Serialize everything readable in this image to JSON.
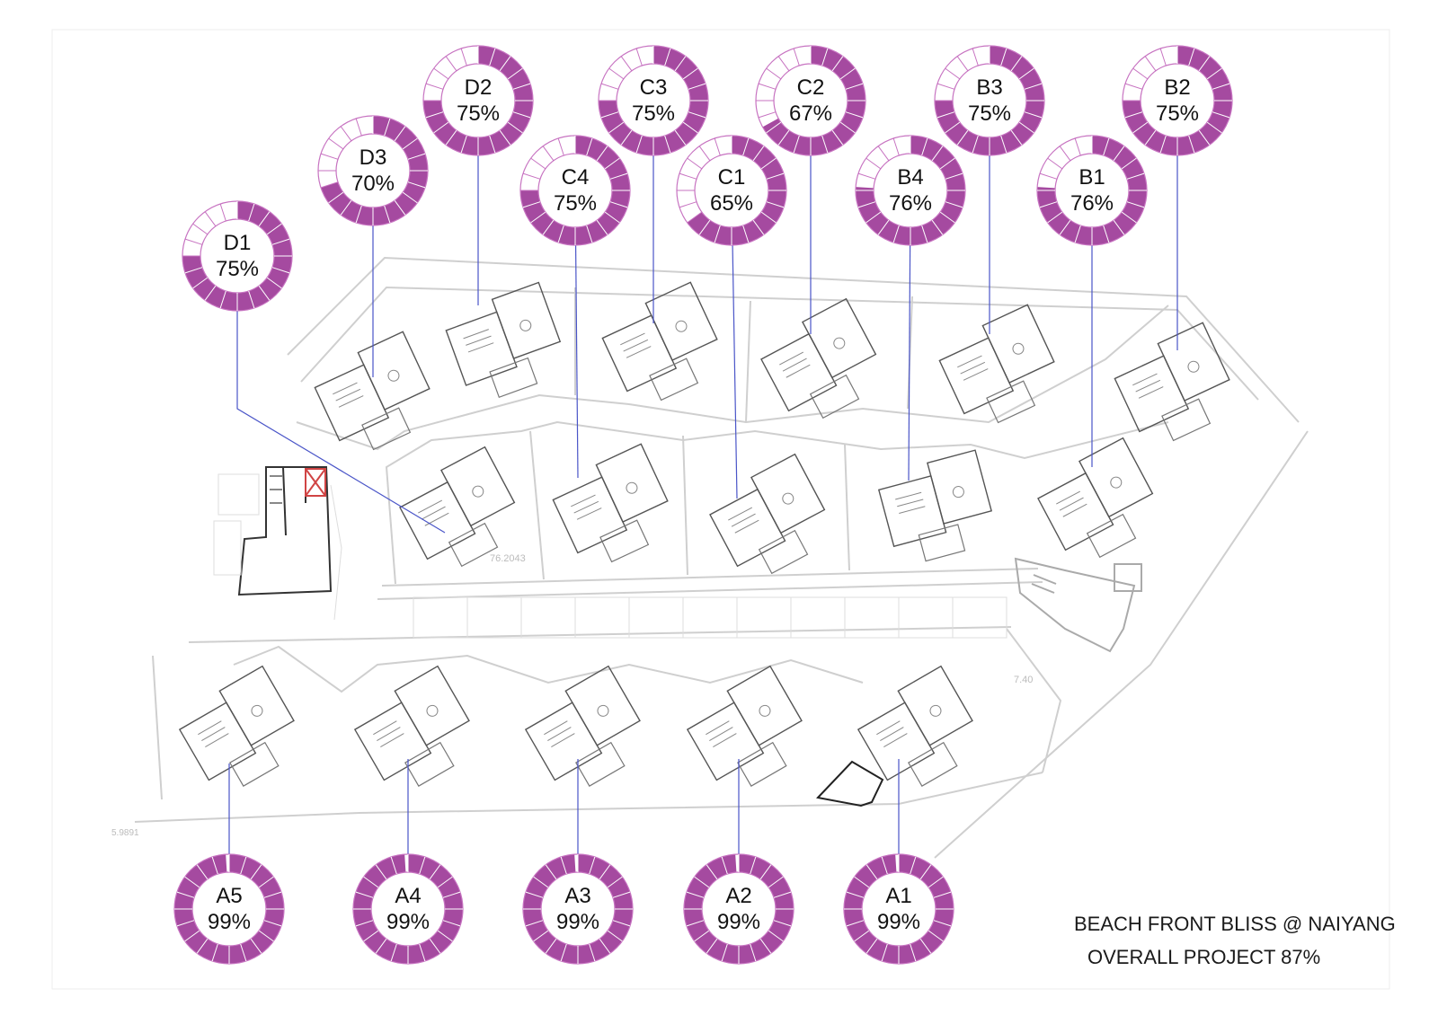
{
  "title": "BEACH FRONT BLISS @ NAIYANG",
  "overall": "OVERALL PROJECT  87%",
  "colors": {
    "fill": "#a54aa0",
    "outline": "#c773c1",
    "leader": "#4a55c8",
    "plan": "#cfcfcf",
    "plan_dark": "#333333"
  },
  "plan_labels": {
    "level_mid": "76.2043",
    "level_right": "7.40",
    "level_left": "5.9891"
  },
  "units": [
    {
      "id": "D1",
      "label": "D1",
      "pct_text": "75%",
      "value": 75
    },
    {
      "id": "D3",
      "label": "D3",
      "pct_text": "70%",
      "value": 70
    },
    {
      "id": "D2",
      "label": "D2",
      "pct_text": "75%",
      "value": 75
    },
    {
      "id": "C4",
      "label": "C4",
      "pct_text": "75%",
      "value": 75
    },
    {
      "id": "C3",
      "label": "C3",
      "pct_text": "75%",
      "value": 75
    },
    {
      "id": "C1",
      "label": "C1",
      "pct_text": "65%",
      "value": 65
    },
    {
      "id": "C2",
      "label": "C2",
      "pct_text": "67%",
      "value": 67
    },
    {
      "id": "B4",
      "label": "B4",
      "pct_text": "76%",
      "value": 76
    },
    {
      "id": "B3",
      "label": "B3",
      "pct_text": "75%",
      "value": 75
    },
    {
      "id": "B1",
      "label": "B1",
      "pct_text": "76%",
      "value": 76
    },
    {
      "id": "B2",
      "label": "B2",
      "pct_text": "75%",
      "value": 75
    },
    {
      "id": "A5",
      "label": "A5",
      "pct_text": "99%",
      "value": 99
    },
    {
      "id": "A4",
      "label": "A4",
      "pct_text": "99%",
      "value": 99
    },
    {
      "id": "A3",
      "label": "A3",
      "pct_text": "99%",
      "value": 99
    },
    {
      "id": "A2",
      "label": "A2",
      "pct_text": "99%",
      "value": 99
    },
    {
      "id": "A1",
      "label": "A1",
      "pct_text": "99%",
      "value": 99
    }
  ]
}
